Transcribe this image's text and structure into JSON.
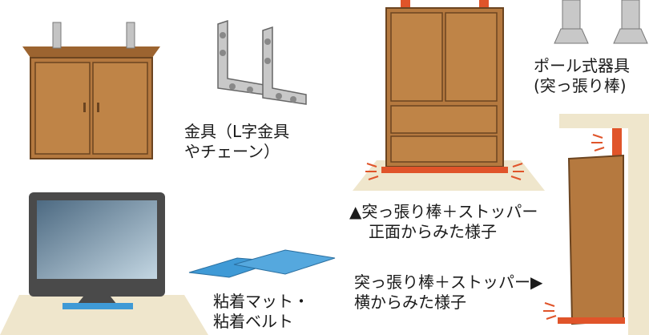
{
  "labels": {
    "bracket": {
      "line1": "金具（L字金具",
      "line2": "やチェーン）"
    },
    "pole": {
      "line1": "ポール式器具",
      "line2": "(突っ張り棒)"
    },
    "front_view": {
      "line1": "▲突っ張り棒＋ストッパー",
      "line2": "正面からみた様子"
    },
    "side_view": {
      "line1": "突っ張り棒＋ストッパー▶",
      "line2": "横からみた様子"
    },
    "mat": {
      "line1": "粘着マット・",
      "line2": "粘着ベルト"
    }
  },
  "colors": {
    "wood": "#b5793f",
    "wood_dark": "#6b4420",
    "accent_red": "#e0542a",
    "metal": "#c4c4c4",
    "floor": "#efe6cc",
    "mat_blue": "#3f9ad6",
    "tv_frame": "#4a4a4a"
  }
}
